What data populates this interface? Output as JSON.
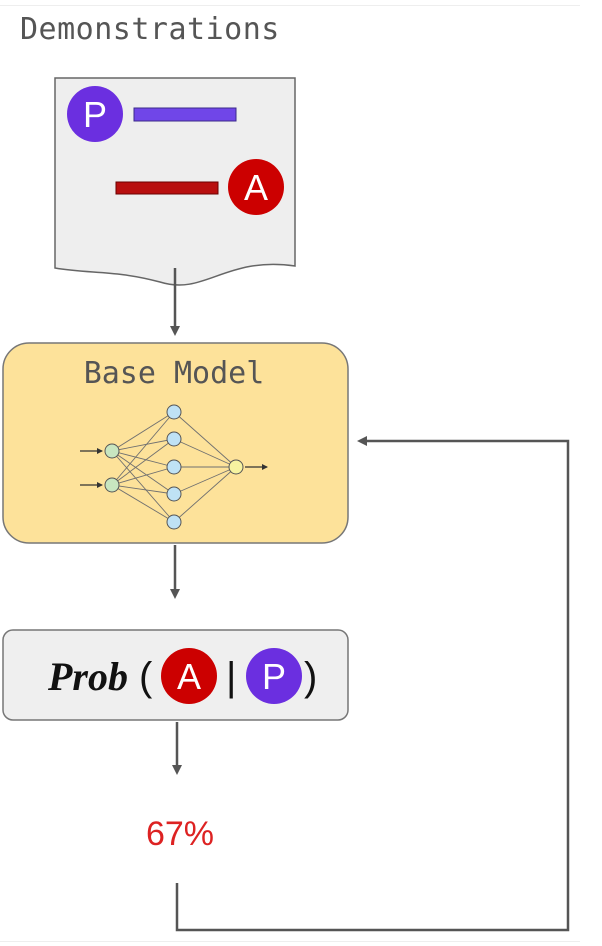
{
  "title": "Demonstrations",
  "document": {
    "prompt_marker": "P",
    "answer_marker": "A"
  },
  "model": {
    "title": "Base Model"
  },
  "probability": {
    "function": "Prob",
    "open_paren": "(",
    "answer": "A",
    "separator": "|",
    "condition": "P",
    "close_paren": ")"
  },
  "result": "67%",
  "colors": {
    "prompt": "#6b2fe0",
    "answer": "#cc0000",
    "answer_bar": "#b80f0f",
    "model_fill": "#fde29a",
    "prob_fill": "#efefef",
    "result": "#dd2222",
    "arrow": "#555555"
  }
}
